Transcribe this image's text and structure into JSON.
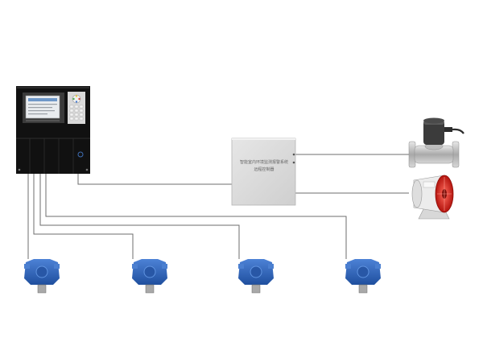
{
  "controller_box": {
    "label_line1": "智能室内环境监测报警系统",
    "label_line2": "远程控制器"
  },
  "colors": {
    "wire": "#6e6e6e",
    "controller_body": "#111111",
    "detector_blue": "#2d63b8",
    "box_fill": "#dcdcdc",
    "fan_red": "#d8231c",
    "valve_metal": "#c9c9c9"
  },
  "icons": {
    "controller": "gas-alarm-controller-icon",
    "detector": "gas-detector-icon",
    "solenoid_valve": "solenoid-valve-icon",
    "exhaust_fan": "exhaust-fan-icon",
    "relay_box": "relay-control-box-icon"
  },
  "detectors": [
    {
      "id": "detector-1"
    },
    {
      "id": "detector-2"
    },
    {
      "id": "detector-3"
    },
    {
      "id": "detector-4"
    }
  ]
}
